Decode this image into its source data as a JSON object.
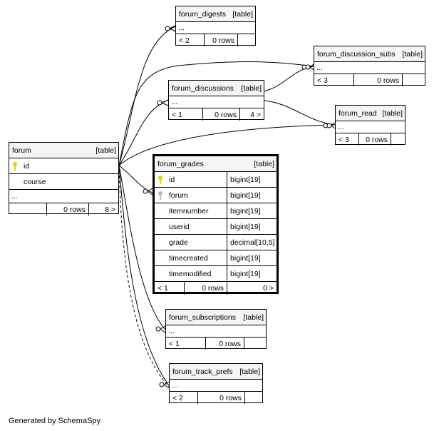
{
  "colors": {
    "primary_key": "#e0d400",
    "foreign_key": "#b8b8b8",
    "line": "#000000"
  },
  "tables": {
    "forum_digests": {
      "name": "forum_digests",
      "kind": "[table]",
      "ellipsis": "...",
      "stats": [
        "< 2",
        "0 rows",
        ""
      ]
    },
    "forum_discussion_subs": {
      "name": "forum_discussion_subs",
      "kind": "[table]",
      "ellipsis": "...",
      "stats": [
        "< 3",
        "0 rows",
        ""
      ]
    },
    "forum_discussions": {
      "name": "forum_discussions",
      "kind": "[table]",
      "ellipsis": "...",
      "stats": [
        "< 1",
        "0 rows",
        "4 >"
      ]
    },
    "forum_read": {
      "name": "forum_read",
      "kind": "[table]",
      "ellipsis": "...",
      "stats": [
        "< 3",
        "0 rows",
        ""
      ]
    },
    "forum": {
      "name": "forum",
      "kind": "[table]",
      "columns": [
        "id",
        "course"
      ],
      "ellipsis": "...",
      "stats": [
        "",
        "0 rows",
        "8 >"
      ]
    },
    "forum_grades": {
      "name": "forum_grades",
      "kind": "[table]",
      "columns": [
        {
          "name": "id",
          "type": "bigint[19]",
          "key": "primary"
        },
        {
          "name": "forum",
          "type": "bigint[19]",
          "key": "foreign"
        },
        {
          "name": "itemnumber",
          "type": "bigint[19]",
          "key": ""
        },
        {
          "name": "userid",
          "type": "bigint[19]",
          "key": ""
        },
        {
          "name": "grade",
          "type": "decimal[10,5]",
          "key": ""
        },
        {
          "name": "timecreated",
          "type": "bigint[19]",
          "key": ""
        },
        {
          "name": "timemodified",
          "type": "bigint[19]",
          "key": ""
        }
      ],
      "stats": [
        "< 1",
        "0 rows",
        "0 >"
      ]
    },
    "forum_subscriptions": {
      "name": "forum_subscriptions",
      "kind": "[table]",
      "ellipsis": "...",
      "stats": [
        "< 1",
        "0 rows",
        ""
      ]
    },
    "forum_track_prefs": {
      "name": "forum_track_prefs",
      "kind": "[table]",
      "ellipsis": "...",
      "stats": [
        "< 2",
        "0 rows",
        ""
      ]
    }
  },
  "footer": "Generated by SchemaSpy"
}
